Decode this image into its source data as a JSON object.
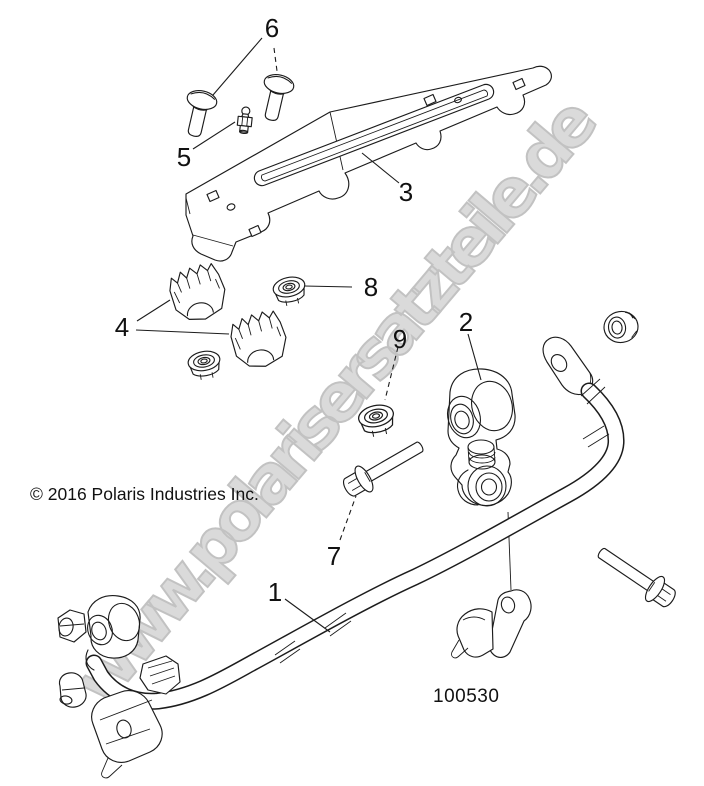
{
  "diagram": {
    "watermark_text": "www.polarisersatzteile.de",
    "copyright_text": "© 2016 Polaris Industries Inc.",
    "drawing_number": "100530",
    "callouts": [
      {
        "ref": "1",
        "part": "stabilizer-bar"
      },
      {
        "ref": "2",
        "part": "stabilizer-link"
      },
      {
        "ref": "3",
        "part": "bracket-plate"
      },
      {
        "ref": "4",
        "part": "bushing-clamps"
      },
      {
        "ref": "5",
        "part": "fitting"
      },
      {
        "ref": "6",
        "part": "carriage-bolts"
      },
      {
        "ref": "7",
        "part": "flange-bolt"
      },
      {
        "ref": "8",
        "part": "flange-nut"
      },
      {
        "ref": "9",
        "part": "lock-nut"
      }
    ],
    "colors": {
      "line": "#1c1c1c",
      "text": "#111111",
      "background": "#ffffff",
      "watermark_fill": "#dadada",
      "watermark_outline": "#c2c2c2"
    }
  }
}
